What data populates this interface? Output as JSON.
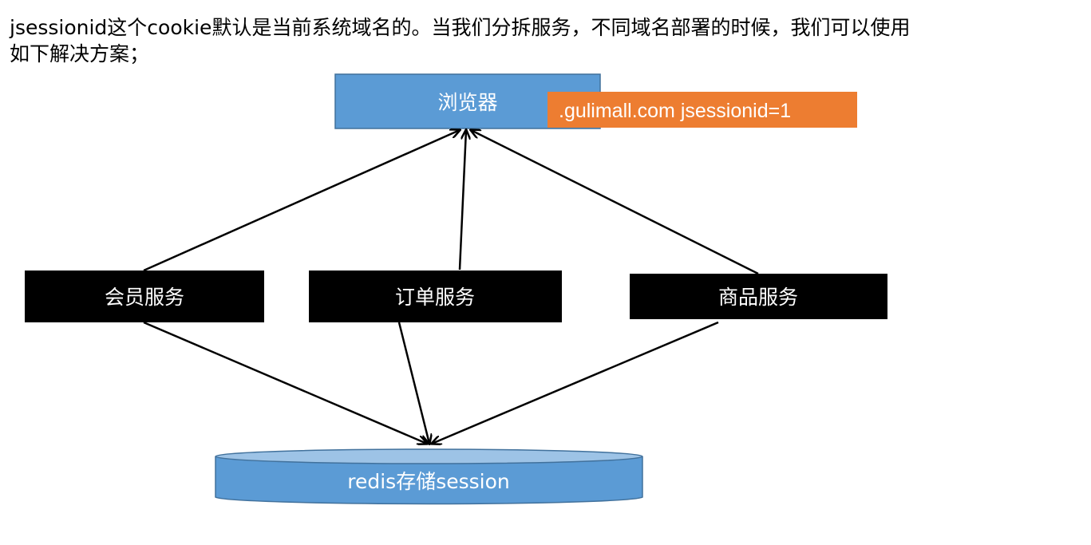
{
  "intro": {
    "line1": "jsessionid这个cookie默认是当前系统域名的。当我们分拆服务，不同域名部署的时候，我们可以使用",
    "line2": "如下解决方案；"
  },
  "diagram": {
    "browser": {
      "label": "浏览器"
    },
    "cookie": {
      "label": ".gulimall.com  jsessionid=1"
    },
    "services": [
      {
        "label": "会员服务"
      },
      {
        "label": "订单服务"
      },
      {
        "label": "商品服务"
      }
    ],
    "storage": {
      "label": "redis存储session"
    },
    "colors": {
      "blue_fill": "#5B9BD5",
      "blue_border": "#41719C",
      "cylinder_top": "#9DC3E6",
      "orange": "#ED7D31",
      "black": "#000000",
      "white": "#FFFFFF"
    }
  }
}
